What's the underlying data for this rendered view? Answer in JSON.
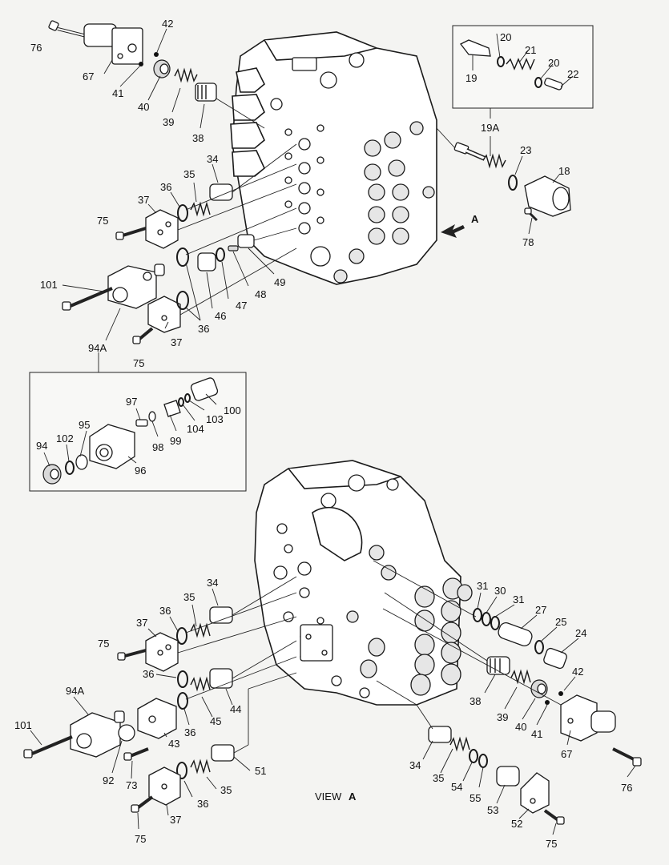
{
  "labels": {
    "l76a": "76",
    "l42a": "42",
    "l67a": "67",
    "l41a": "41",
    "l40a": "40",
    "l39a": "39",
    "l38a": "38",
    "l34a": "34",
    "l36a": "36",
    "l35a": "35",
    "l37a": "37",
    "l75a": "75",
    "l101a": "101",
    "l94Aa": "94A",
    "l37b": "37",
    "l75b": "75",
    "l46": "46",
    "l47": "47",
    "l48": "48",
    "l49": "49",
    "l36b": "36",
    "l20a": "20",
    "l21": "21",
    "l20b": "20",
    "l22": "22",
    "l19": "19",
    "l19A": "19A",
    "l23": "23",
    "l18": "18",
    "l78": "78",
    "lA": "A",
    "l97": "97",
    "l100": "100",
    "l95": "95",
    "l102": "102",
    "l94": "94",
    "l96": "96",
    "l98": "98",
    "l99": "99",
    "l104": "104",
    "l103": "103",
    "l34b": "34",
    "l35b": "35",
    "l36c": "36",
    "l37c": "37",
    "l75c": "75",
    "l36d": "36",
    "l44": "44",
    "l45": "45",
    "l36e": "36",
    "l43": "43",
    "l94Ab": "94A",
    "l101b": "101",
    "l92": "92",
    "l73": "73",
    "l51": "51",
    "l35c": "35",
    "l36f": "36",
    "l37d": "37",
    "l75d": "75",
    "l31a": "31",
    "l30": "30",
    "l31b": "31",
    "l27": "27",
    "l25": "25",
    "l24": "24",
    "l42b": "42",
    "l38b": "38",
    "l39b": "39",
    "l40b": "40",
    "l41b": "41",
    "l67b": "67",
    "l76b": "76",
    "l34c": "34",
    "l35d": "35",
    "l54": "54",
    "l55": "55",
    "l53": "53",
    "l52": "52",
    "l75e": "75",
    "view_label": "VIEW",
    "view_letter": "A"
  }
}
